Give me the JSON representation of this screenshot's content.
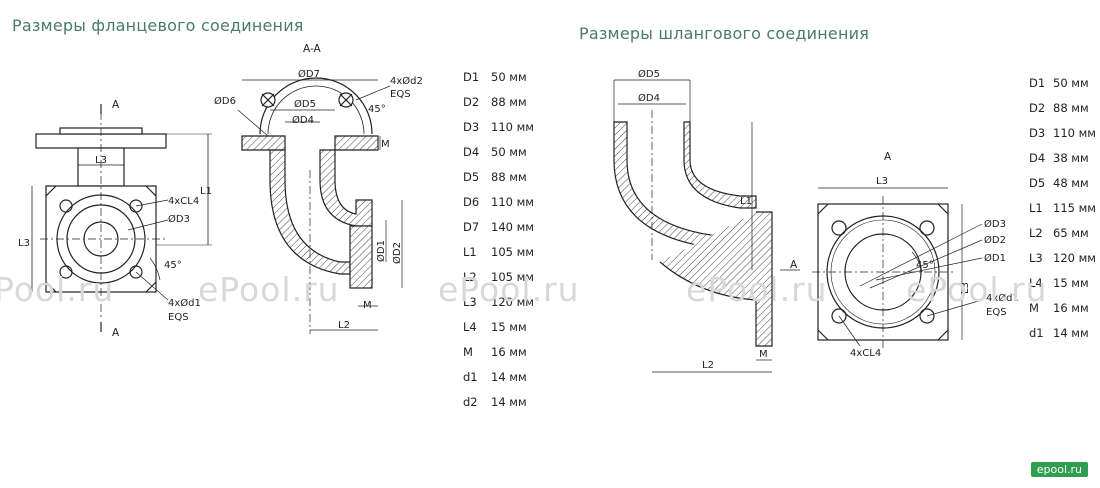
{
  "titles": {
    "flange": "Размеры фланцевого соединения",
    "hose": "Размеры шлангового соединения"
  },
  "flange_specs": [
    {
      "key": "D1",
      "value": "50 мм"
    },
    {
      "key": "D2",
      "value": "88 мм"
    },
    {
      "key": "D3",
      "value": "110 мм"
    },
    {
      "key": "D4",
      "value": "50 мм"
    },
    {
      "key": "D5",
      "value": "88 мм"
    },
    {
      "key": "D6",
      "value": "110 мм"
    },
    {
      "key": "D7",
      "value": "140 мм"
    },
    {
      "key": "L1",
      "value": "105 мм"
    },
    {
      "key": "L2",
      "value": "105 мм"
    },
    {
      "key": "L3",
      "value": "120 мм"
    },
    {
      "key": "L4",
      "value": "15 мм"
    },
    {
      "key": "M",
      "value": "16 мм"
    },
    {
      "key": "d1",
      "value": "14 мм"
    },
    {
      "key": "d2",
      "value": "14 мм"
    }
  ],
  "hose_specs": [
    {
      "key": "D1",
      "value": "50 мм"
    },
    {
      "key": "D2",
      "value": "88 мм"
    },
    {
      "key": "D3",
      "value": "110 мм"
    },
    {
      "key": "D4",
      "value": "38 мм"
    },
    {
      "key": "D5",
      "value": "48 мм"
    },
    {
      "key": "L1",
      "value": "115 мм"
    },
    {
      "key": "L2",
      "value": "65 мм"
    },
    {
      "key": "L3",
      "value": "120 мм"
    },
    {
      "key": "L4",
      "value": "15 мм"
    },
    {
      "key": "M",
      "value": "16 мм"
    },
    {
      "key": "d1",
      "value": "14 мм"
    }
  ],
  "drawing_labels": {
    "section_aa": "A-A",
    "section_a": "A",
    "arrow_a": "A",
    "d7": "ØD7",
    "d6": "ØD6",
    "d5": "ØD5",
    "d4": "ØD4",
    "d3": "ØD3",
    "d2": "ØD2",
    "d1": "ØD1",
    "holes_d2": "4xØd2",
    "holes_d1": "4xØd1",
    "eqs": "EQS",
    "angle": "45°",
    "m": "M",
    "l1": "L1",
    "l2": "L2",
    "l3": "L3",
    "cl4": "4xCL4"
  },
  "watermarks": [
    "Pool.ru",
    "ePool.ru",
    "ePool.ru",
    "ePool.ru",
    "ePool.ru"
  ],
  "logo": "epool.ru",
  "colors": {
    "title": "#4a7a6c",
    "logo_bg": "#2f9f4f",
    "hatch": "#444444"
  }
}
